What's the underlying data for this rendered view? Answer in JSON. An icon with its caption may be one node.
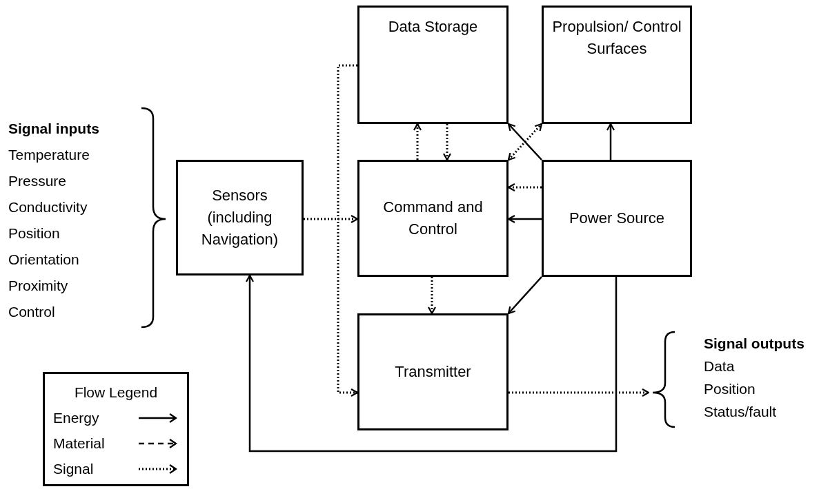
{
  "diagram": {
    "nodes": [
      {
        "text": [
          "Data Storage"
        ]
      },
      {
        "text": [
          "Propulsion/ Control Surfaces"
        ]
      },
      {
        "text": [
          "Sensors (including Navigation)"
        ]
      },
      {
        "text": [
          "Command and Control"
        ]
      },
      {
        "text": [
          "Power Source"
        ]
      },
      {
        "text": [
          "Transmitter"
        ]
      },
      {
        "text": [
          "Signal outputs",
          "Data",
          "Position",
          "Status/fault"
        ]
      }
    ],
    "edges": [
      {
        "from": 0,
        "to": 5,
        "arrow": "to",
        "style": "dashed"
      },
      {
        "from": 3,
        "to": 0,
        "arrow": "to",
        "style": "dashed"
      },
      {
        "from": 0,
        "to": 3,
        "arrow": "to",
        "style": "dashed"
      },
      {
        "from": 4,
        "to": 0,
        "arrow": "to"
      },
      {
        "from": 4,
        "to": 1,
        "arrow": "to"
      },
      {
        "from": 3,
        "to": 1,
        "arrow": "both",
        "style": "dashed"
      },
      {
        "from": 4,
        "to": 3,
        "arrow": "to",
        "style": "dashed"
      },
      {
        "from": 2,
        "to": 3,
        "arrow": "to",
        "style": "dashed"
      },
      {
        "from": 4,
        "to": 3,
        "arrow": "to"
      },
      {
        "from": 3,
        "to": 5,
        "arrow": "to",
        "style": "dashed"
      },
      {
        "from": 4,
        "to": 5,
        "arrow": "to"
      },
      {
        "from": 4,
        "to": 2,
        "arrow": "to"
      },
      {
        "from": 5,
        "to": 6,
        "arrow": "to",
        "style": "dashed"
      }
    ],
    "labels": [
      "Signal inputs",
      "Temperature",
      "Pressure",
      "Conductivity",
      "Position",
      "Orientation",
      "Proximity",
      "Control",
      "Flow Legend"
    ],
    "legend": [
      {
        "text": "Energy"
      },
      {
        "text": "Material"
      },
      {
        "text": "Signal"
      }
    ]
  }
}
